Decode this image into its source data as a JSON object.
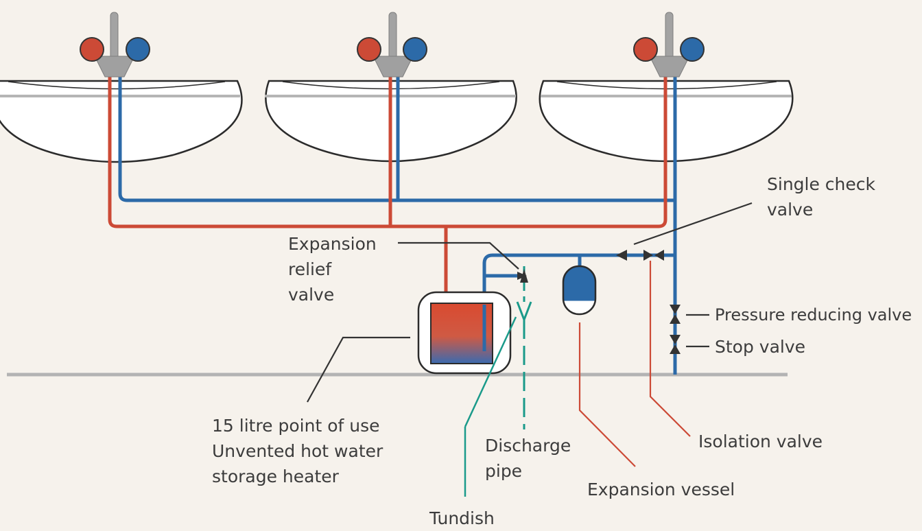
{
  "labels": {
    "single_check_valve": [
      "Single check",
      "valve"
    ],
    "expansion_relief_valve": [
      "Expansion",
      "relief",
      "valve"
    ],
    "pressure_reducing_valve": "Pressure reducing valve",
    "stop_valve": "Stop valve",
    "heater": [
      "15 litre point of use",
      "Unvented hot water",
      "storage heater"
    ],
    "discharge_pipe": [
      "Discharge",
      "pipe"
    ],
    "isolation_valve": "Isolation valve",
    "expansion_vessel": "Expansion vessel",
    "tundish": "Tundish"
  },
  "colors": {
    "background": "#f6f2ec",
    "hot_pipe": "#cc4a36",
    "cold_pipe": "#2c6aa8",
    "discharge": "#1a9a8a",
    "leader": "#333333",
    "floor": "#b3b3b3",
    "tap_body": "#a0a0a0"
  }
}
